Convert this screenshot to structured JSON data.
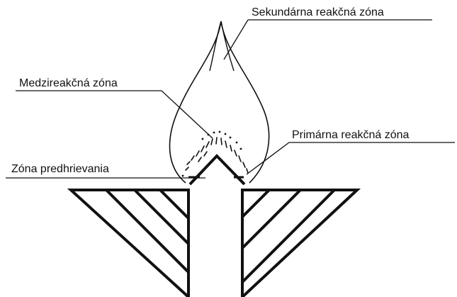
{
  "labels": {
    "secondary_zone": "Sekundárna reakčná zóna",
    "interreaction_zone": "Medzireakčná zóna",
    "primary_zone": "Primárna reakčná zóna",
    "preheat_zone": "Zóna predhrievania"
  }
}
